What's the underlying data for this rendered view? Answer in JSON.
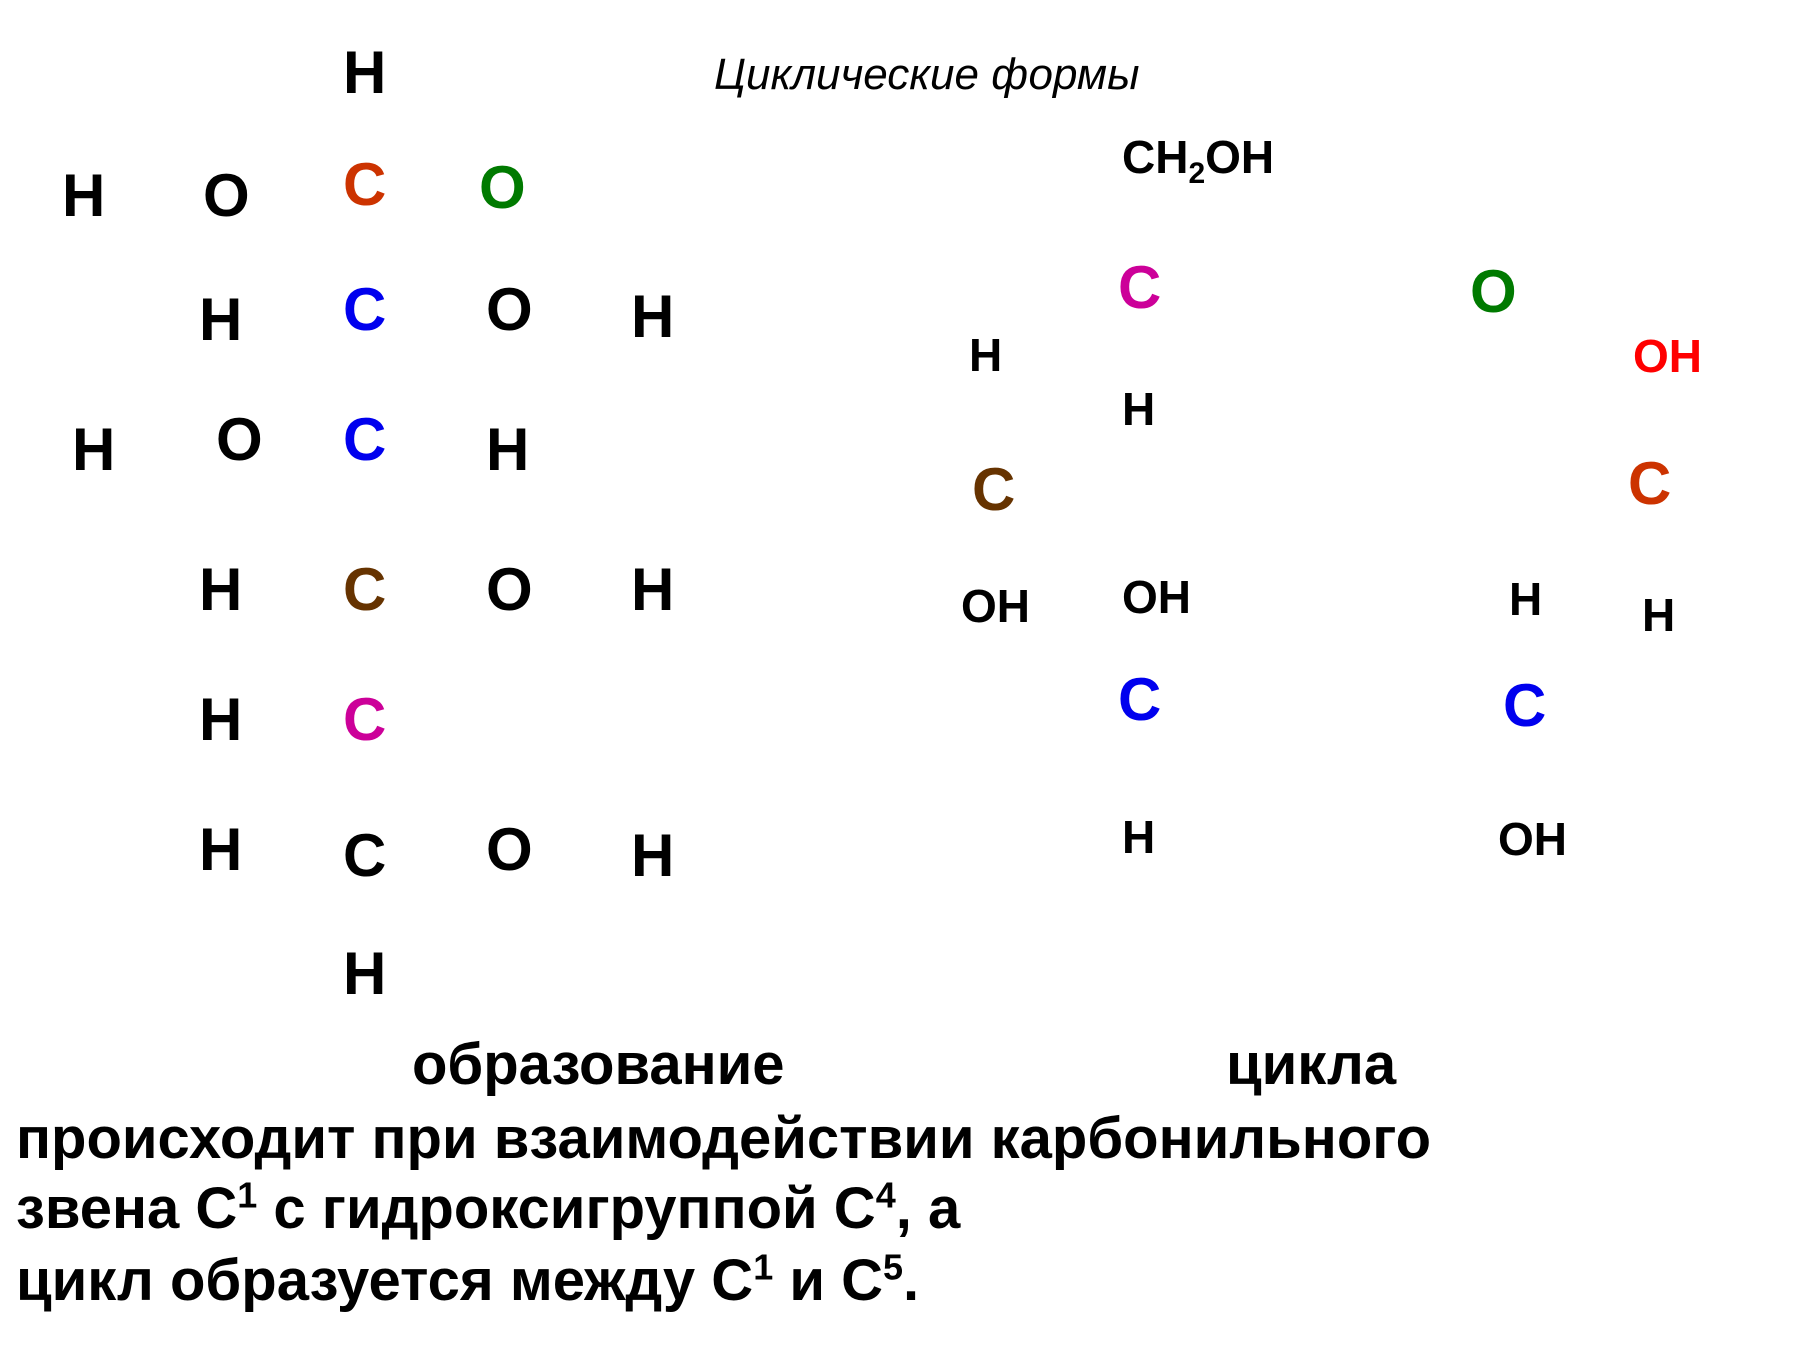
{
  "title": "Циклические формы",
  "colors": {
    "black": "#000000",
    "orange": "#cc3300",
    "green": "#007a00",
    "blue": "#0000ee",
    "brown": "#663300",
    "magenta": "#cc0099",
    "red": "#ff0000"
  },
  "linear": {
    "c1": {
      "top_h": "H",
      "c": "C",
      "o": "O",
      "left_h": "H",
      "left_o": "O"
    },
    "c2": {
      "h_left": "H",
      "c": "C",
      "o": "O",
      "h_right": "H"
    },
    "c3": {
      "h_left": "H",
      "o_left": "O",
      "c": "C",
      "h_right": "H"
    },
    "c4": {
      "h_left": "H",
      "c": "C",
      "o": "O",
      "h_right": "H"
    },
    "c5": {
      "h_left": "H",
      "c": "C"
    },
    "c6": {
      "h_left": "H",
      "c": "C",
      "o": "O",
      "h_right": "H",
      "bottom_h": "H"
    }
  },
  "cyclic": {
    "ch2oh_main": "CH",
    "ch2oh_sub": "2",
    "ch2oh_tail": "OH",
    "c5": "C",
    "c5_h": "H",
    "c4_h": "H",
    "c4": "C",
    "c4_oh": "OH",
    "c3_oh": "OH",
    "c3": "C",
    "c3_h": "H",
    "ring_o": "O",
    "c1_oh": "OH",
    "c1": "C",
    "c1_h": "H",
    "c2_h": "H",
    "c2": "C",
    "c2_oh": "OH"
  },
  "caption": {
    "line1_left": "образование",
    "line1_right": "цикла",
    "line2": "происходит при взаимодействии карбонильного",
    "line3_a": "звена С",
    "line3_sup1": "1",
    "line3_b": " с гидроксигруппой  С",
    "line3_sup2": "4",
    "line3_c": ", а",
    "line4_a": "цикл образуется между С",
    "line4_sup1": "1",
    "line4_b": " и С",
    "line4_sup2": "5",
    "line4_c": "."
  }
}
